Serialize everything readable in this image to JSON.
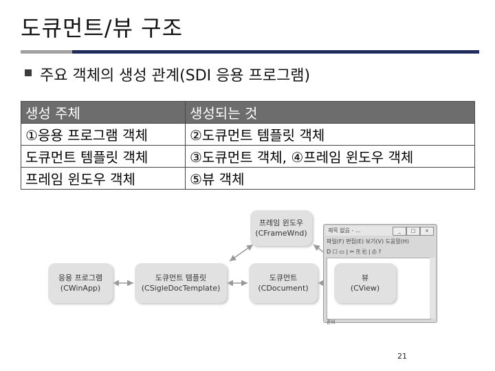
{
  "slide": {
    "title": "도큐먼트/뷰 구조",
    "subtitle": "주요 객체의 생성 관계(SDI 응용 프로그램)",
    "page_number": "21"
  },
  "table": {
    "header": [
      "생성 주체",
      "생성되는 것"
    ],
    "rows": [
      [
        "①응용 프로그램 객체",
        "②도큐먼트 템플릿 객체"
      ],
      [
        "도큐먼트 템플릿 객체",
        "③도큐먼트 객체, ④프레임 윈도우 객체"
      ],
      [
        "프레임 윈도우 객체",
        "⑤뷰 객체"
      ]
    ]
  },
  "diagram": {
    "app": {
      "name": "응용 프로그램",
      "cls": "(CWinApp)"
    },
    "template": {
      "name": "도큐먼트 템플릿",
      "cls": "(CSigleDocTemplate)"
    },
    "document": {
      "name": "도큐먼트",
      "cls": "(CDocument)"
    },
    "view": {
      "name": "뷰",
      "cls": "(CView)"
    },
    "frame": {
      "name": "프레임 윈도우",
      "cls": "(CFrameWnd)"
    },
    "window": {
      "title": "제목 없음 - ...",
      "menu": "파일(F)  편집(E)  보기(V)  도움말(H)",
      "toolbar": "D ☐ ▭ | ✂ ⎘ ⎗ | ⎙ ?",
      "status": "준비"
    }
  }
}
